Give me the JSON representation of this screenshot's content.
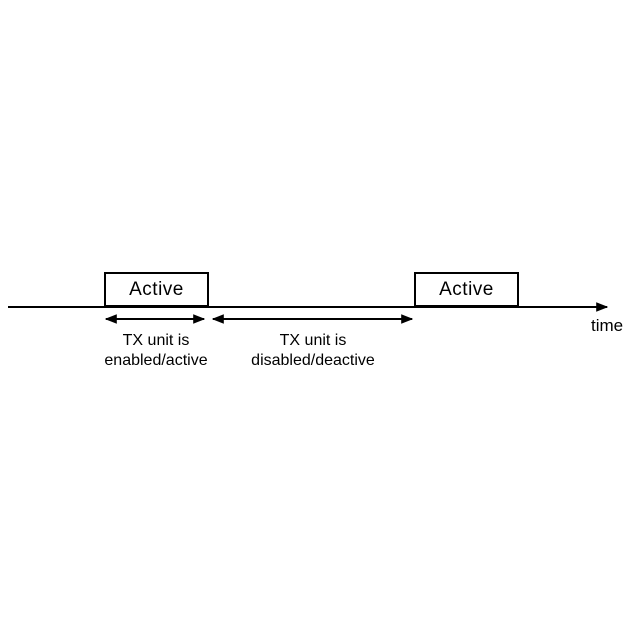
{
  "diagram": {
    "timeline": {
      "axis_label": "time"
    },
    "active_blocks": [
      {
        "label": "Active"
      },
      {
        "label": "Active"
      }
    ],
    "annotations": [
      {
        "line1": "TX unit is",
        "line2": "enabled/active"
      },
      {
        "line1": "TX unit is",
        "line2": "disabled/deactive"
      }
    ],
    "colors": {
      "line": "#000000",
      "text": "#000000",
      "background": "#ffffff",
      "box_fill": "#ffffff"
    }
  }
}
